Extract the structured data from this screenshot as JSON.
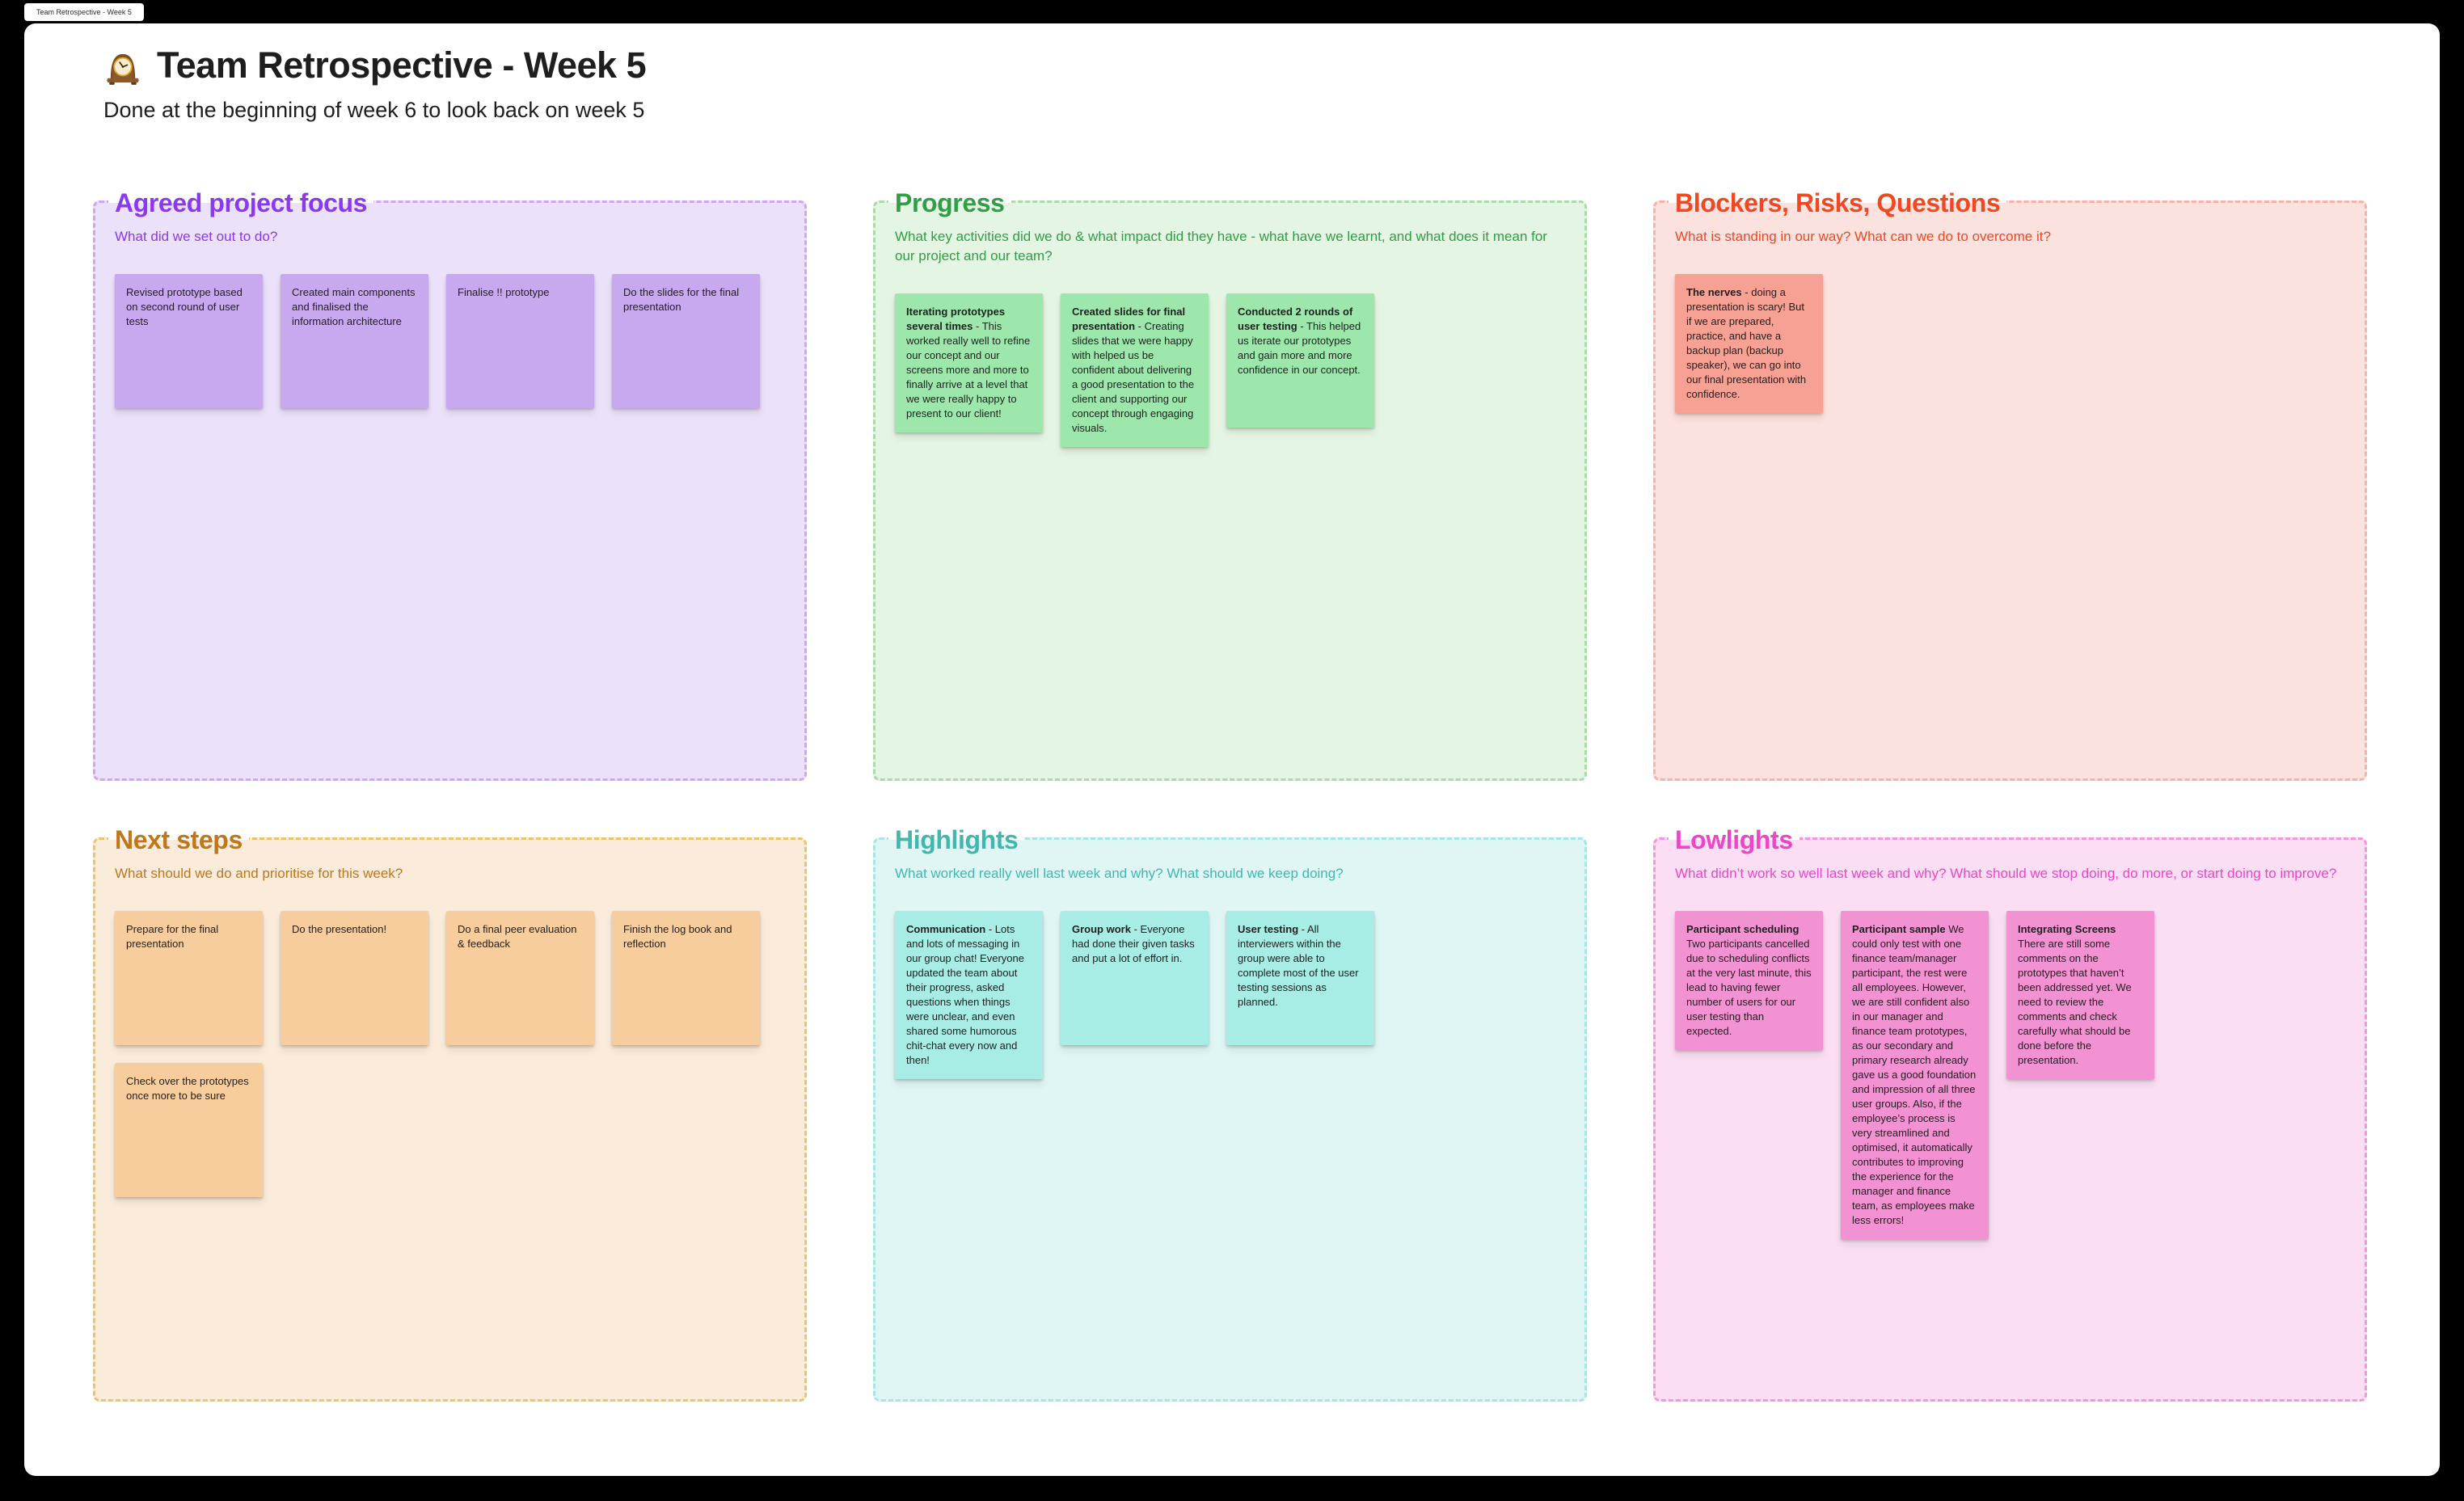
{
  "window": {
    "tab_title": "Team Retrospective - Week 5"
  },
  "header": {
    "emoji": "🕰️",
    "title": "Team Retrospective - Week 5",
    "subtitle": "Done at the beginning of week 6 to look back on week 5"
  },
  "board": {
    "sections": [
      {
        "title": "Agreed project focus",
        "question": "What did we set out to do?",
        "colors": {
          "accent": "#8a38f2",
          "background": "#ebe1fa",
          "border": "#cfa5f8",
          "note": "#c8a8ef"
        },
        "notes": [
          {
            "title": "",
            "body": "Revised prototype based on second round of user tests"
          },
          {
            "title": "",
            "body": "Created main components and finalised the information architecture"
          },
          {
            "title": "",
            "body": "Finalise !! prototype"
          },
          {
            "title": "",
            "body": "Do the slides for the final presentation"
          }
        ]
      },
      {
        "title": "Progress",
        "question": "What key activities did we do & what impact did they have - what have we learnt, and what does it mean for our project and our team?",
        "colors": {
          "accent": "#2f9e44",
          "background": "#e4f5e3",
          "border": "#a9dca9",
          "note": "#9de7ac"
        },
        "notes": [
          {
            "title": "Iterating prototypes several times",
            "body": "- This worked really well to refine our concept and our screens more and more to finally arrive at a level that we were really happy to present to our client!"
          },
          {
            "title": "Created slides for final presentation",
            "body": "- Creating slides that we were happy with helped us be confident about delivering a good presentation to the client and supporting our concept through engaging visuals."
          },
          {
            "title": "Conducted 2 rounds of user testing",
            "body": "- This helped us iterate our prototypes and gain more and more confidence in our concept."
          }
        ]
      },
      {
        "title": "Blockers, Risks, Questions",
        "question": "What is standing in our way? What can we do to overcome it?",
        "colors": {
          "accent": "#f24822",
          "background": "#fce2de",
          "border": "#f9b2a6",
          "note": "#f7a195"
        },
        "notes": [
          {
            "title": "The nerves",
            "body": "- doing a presentation is scary! But if we are prepared, practice, and have a backup plan (backup speaker), we can go into our final presentation with confidence."
          }
        ]
      },
      {
        "title": "Next steps",
        "question": "What should we do and prioritise for this week?",
        "colors": {
          "accent": "#c0761b",
          "background": "#faebda",
          "border": "#eec469",
          "note": "#f8cd9e"
        },
        "notes": [
          {
            "title": "",
            "body": "Prepare for the final presentation"
          },
          {
            "title": "",
            "body": "Do the presentation!"
          },
          {
            "title": "",
            "body": "Do a final peer evaluation & feedback"
          },
          {
            "title": "",
            "body": "Finish the log book and reflection"
          },
          {
            "title": "",
            "body": "Check over the prototypes once more to be sure"
          }
        ]
      },
      {
        "title": "Highlights",
        "question": "What worked really well last week and why? What should we keep doing?",
        "colors": {
          "accent": "#40b8b0",
          "background": "#dff6f4",
          "border": "#a9e6e1",
          "note": "#a7ece5"
        },
        "notes": [
          {
            "title": "Communication",
            "body": "- Lots and lots of messaging in our group chat! Everyone updated the team about their progress, asked questions when things were unclear, and even shared some humorous chit-chat every now and then!"
          },
          {
            "title": "Group work",
            "body": "- Everyone had done their given tasks and put a lot of effort in."
          },
          {
            "title": "User testing",
            "body": "- All interviewers within the group were able to complete most of the user testing sessions as planned."
          }
        ]
      },
      {
        "title": "Lowlights",
        "question": "What didn’t work so well last week and why? What should we stop doing, do more, or start doing to improve?",
        "colors": {
          "accent": "#ed44c8",
          "background": "#fbdef4",
          "border": "#f795dc",
          "note": "#f392d2"
        },
        "notes": [
          {
            "title": "Participant scheduling",
            "body": "Two participants cancelled due to scheduling conflicts at the very last minute, this lead to having fewer number of users for our user testing than expected."
          },
          {
            "title": "Participant sample",
            "body": "We could only test with one finance team/manager participant, the rest were all employees. However, we are still confident also in our manager and finance team prototypes, as our secondary and primary research already gave us a good foundation and impression of all three user groups. Also, if the employee’s process is very streamlined and optimised, it automatically contributes to improving the experience for the manager and finance team, as employees make less errors!"
          },
          {
            "title": "Integrating Screens",
            "body": "There are still some comments on the prototypes that haven’t been addressed yet. We need to review the comments and check carefully what should be done before the presentation."
          }
        ]
      }
    ]
  }
}
